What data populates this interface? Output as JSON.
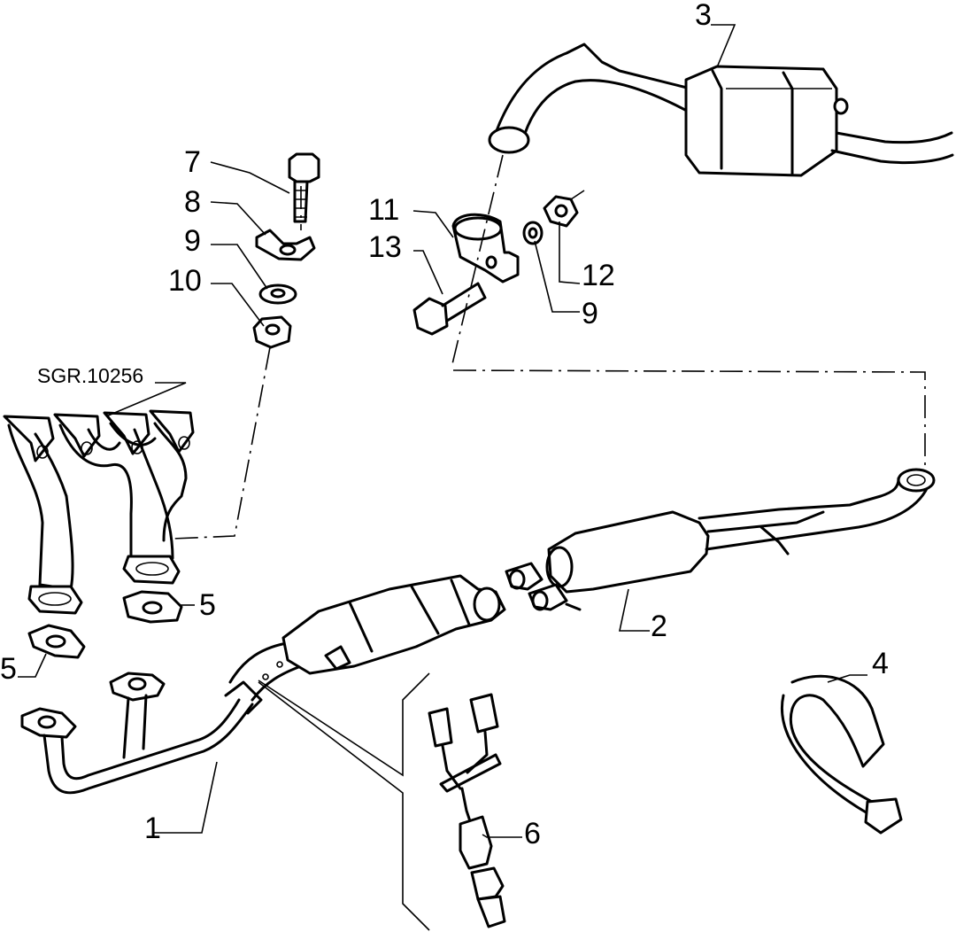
{
  "diagram": {
    "reference_code": "SGR.10256",
    "callouts": {
      "c1": "1",
      "c2": "2",
      "c3": "3",
      "c4": "4",
      "c5a": "5",
      "c5b": "5",
      "c6": "6",
      "c7": "7",
      "c8": "8",
      "c9a": "9",
      "c9b": "9",
      "c10": "10",
      "c11": "11",
      "c12": "12",
      "c13": "13"
    }
  }
}
